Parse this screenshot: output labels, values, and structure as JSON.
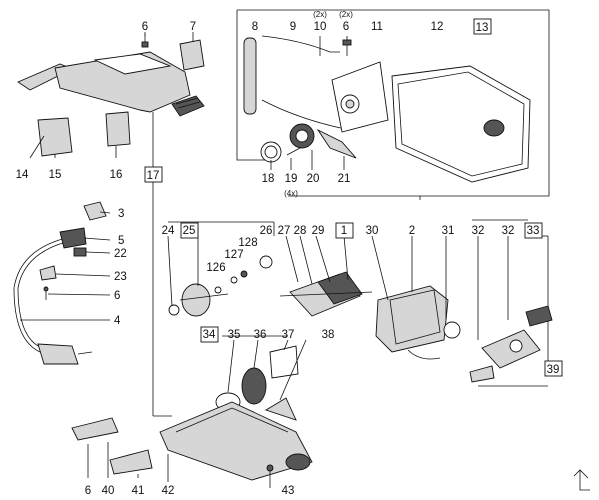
{
  "labels": {
    "n1": "1",
    "n2": "2",
    "n3": "3",
    "n4": "4",
    "n5": "5",
    "n6": "6",
    "n7": "7",
    "n8": "8",
    "n9": "9",
    "n10": "10",
    "n11": "11",
    "n12": "12",
    "n13": "13",
    "n14": "14",
    "n15": "15",
    "n16": "16",
    "n17": "17",
    "n18": "18",
    "n19": "19",
    "n20": "20",
    "n21": "21",
    "n22": "22",
    "n23": "23",
    "n24": "24",
    "n25": "25",
    "n26": "26",
    "n27": "27",
    "n28": "28",
    "n29": "29",
    "n30": "30",
    "n31": "31",
    "n32": "32",
    "n33": "33",
    "n34": "34",
    "n35": "35",
    "n36": "36",
    "n37": "37",
    "n38": "38",
    "n39": "39",
    "n40": "40",
    "n41": "41",
    "n42": "42",
    "n43": "43"
  },
  "qty": {
    "q10": "(2x)",
    "q6": "(2x)",
    "q19": "(4x)"
  }
}
